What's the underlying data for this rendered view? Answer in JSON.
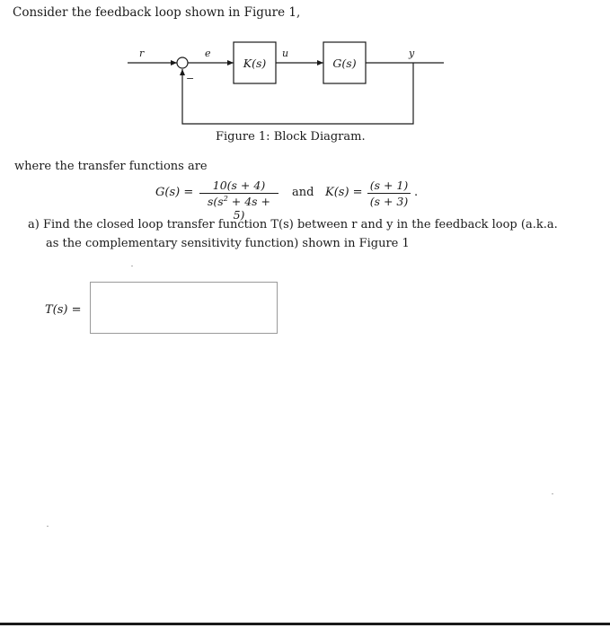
{
  "intro": "Consider the feedback loop shown in Figure 1,",
  "diagram": {
    "signals": {
      "r": "r",
      "e": "e",
      "u": "u",
      "y": "y"
    },
    "minus_sign": "−",
    "blocks": {
      "controller": "K(s)",
      "plant": "G(s)"
    },
    "caption": "Figure 1: Block Diagram."
  },
  "where_text": "where the transfer functions are",
  "equations": {
    "G_lhs": "G(s) =",
    "G_num": "10(s + 4)",
    "G_den_pre": "s(s",
    "G_den_sup": "2",
    "G_den_post": " + 4s + 5)",
    "and_text": "and",
    "K_lhs": "K(s) =",
    "K_num": "(s + 1)",
    "K_den": "(s + 3)",
    "end_punct": "."
  },
  "question": {
    "line1": "a) Find the closed loop transfer function T(s) between r and y in the feedback loop (a.k.a.",
    "line2": "as the complementary sensitivity function) shown in Figure 1"
  },
  "answer": {
    "label": "T(s) ="
  }
}
